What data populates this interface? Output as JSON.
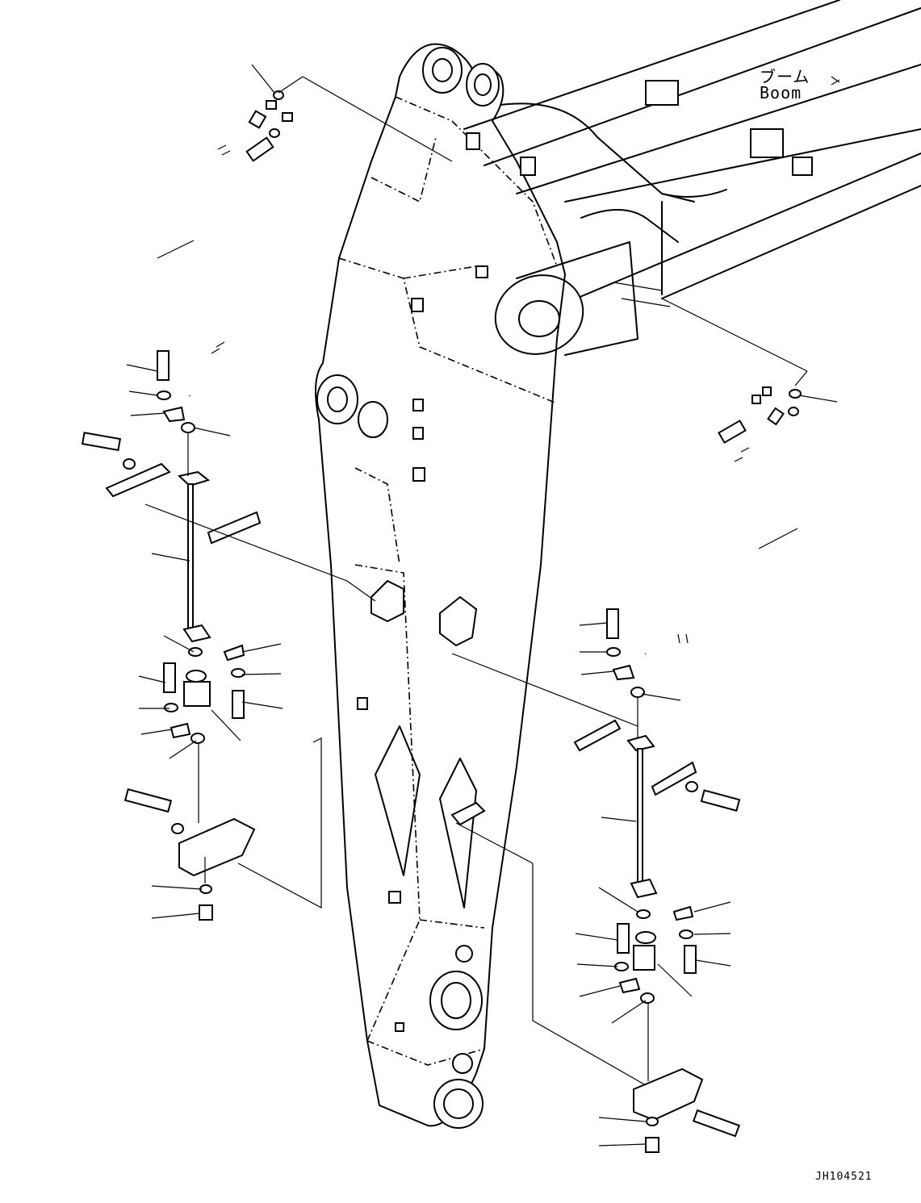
{
  "labels": {
    "part_name_jp": "ブーム",
    "part_name_en": "Boom",
    "drawing_code": "JH104521"
  }
}
